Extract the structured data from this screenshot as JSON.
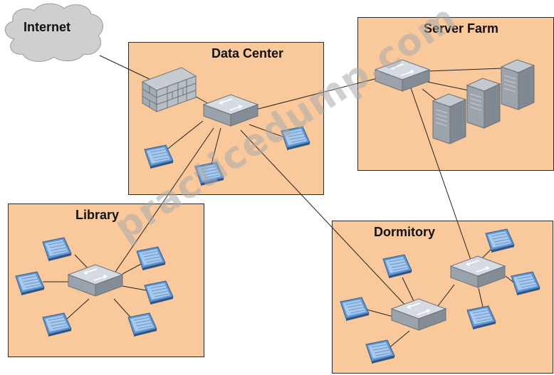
{
  "internet": {
    "label": "Internet"
  },
  "zones": {
    "data_center": {
      "title": "Data Center"
    },
    "server_farm": {
      "title": "Server Farm"
    },
    "library": {
      "title": "Library"
    },
    "dormitory": {
      "title": "Dormitory"
    }
  },
  "watermark": "practicedump.com",
  "colors": {
    "zone_fill": "#f9c99b",
    "cloud": "#cfcfcf",
    "switch": "#b9c0c8",
    "host": "#4e86c6"
  }
}
